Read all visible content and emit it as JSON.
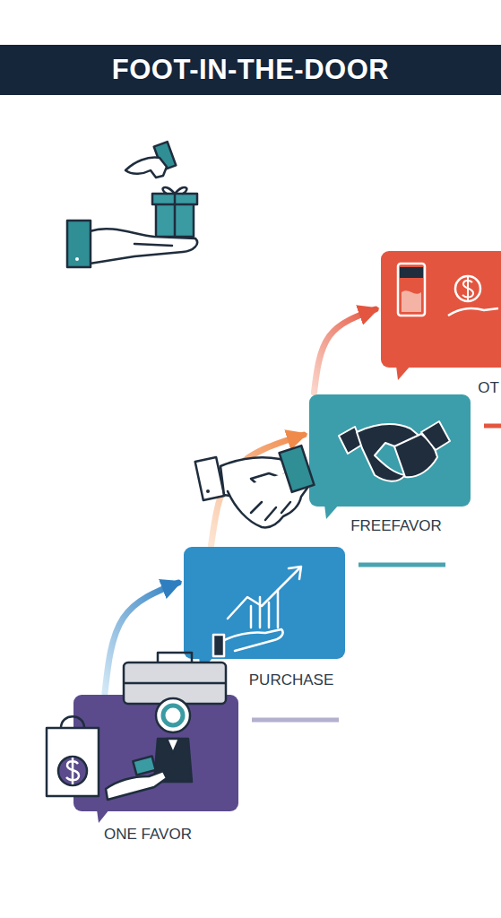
{
  "diagram": {
    "title": "FOOT-IN-THE-DOOR",
    "nodes": [
      {
        "text": [
          "ONE FAVOR"
        ]
      },
      {
        "text": [
          "PURCHASE"
        ]
      },
      {
        "text": [
          "FREEFAVOR"
        ]
      },
      {
        "text": [
          "OT"
        ]
      }
    ],
    "edges": [
      {
        "from": 0,
        "to": 1,
        "arrow": "to"
      },
      {
        "from": 1,
        "to": 2,
        "arrow": "to"
      },
      {
        "from": 2,
        "to": 3,
        "arrow": "to"
      }
    ]
  }
}
